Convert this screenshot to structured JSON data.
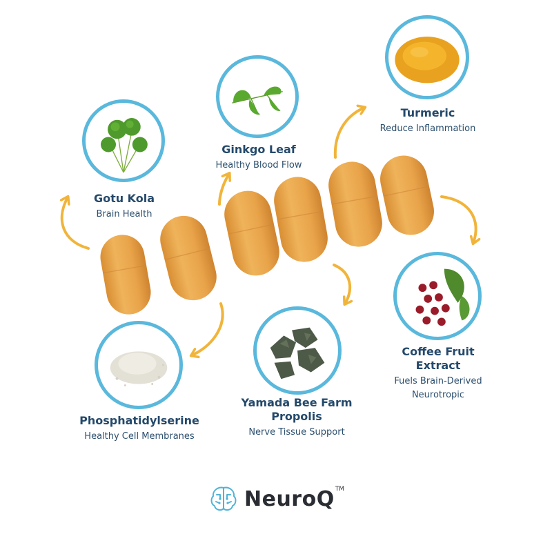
{
  "ingredients": {
    "gotu_kola": {
      "name": "Gotu Kola",
      "benefit": "Brain Health"
    },
    "ginkgo_leaf": {
      "name": "Ginkgo Leaf",
      "benefit": "Healthy Blood Flow"
    },
    "turmeric": {
      "name": "Turmeric",
      "benefit": "Reduce Inflammation"
    },
    "coffee_fruit": {
      "name_line1": "Coffee Fruit",
      "name_line2": "Extract",
      "benefit_line1": "Fuels Brain-Derived",
      "benefit_line2": "Neurotropic"
    },
    "propolis": {
      "name_line1": "Yamada Bee Farm",
      "name_line2": "Propolis",
      "benefit": "Nerve Tissue Support"
    },
    "phosphatidylserine": {
      "name": "Phosphatidylserine",
      "benefit": "Healthy Cell Membranes"
    }
  },
  "brand": {
    "name": "NeuroQ",
    "trademark": "TM"
  },
  "colors": {
    "circle_border": "#5ab8dc",
    "arrow": "#f1b43a",
    "capsule": "#e9a64a",
    "text": "#24496b",
    "logo_icon": "#4fb3d9"
  }
}
